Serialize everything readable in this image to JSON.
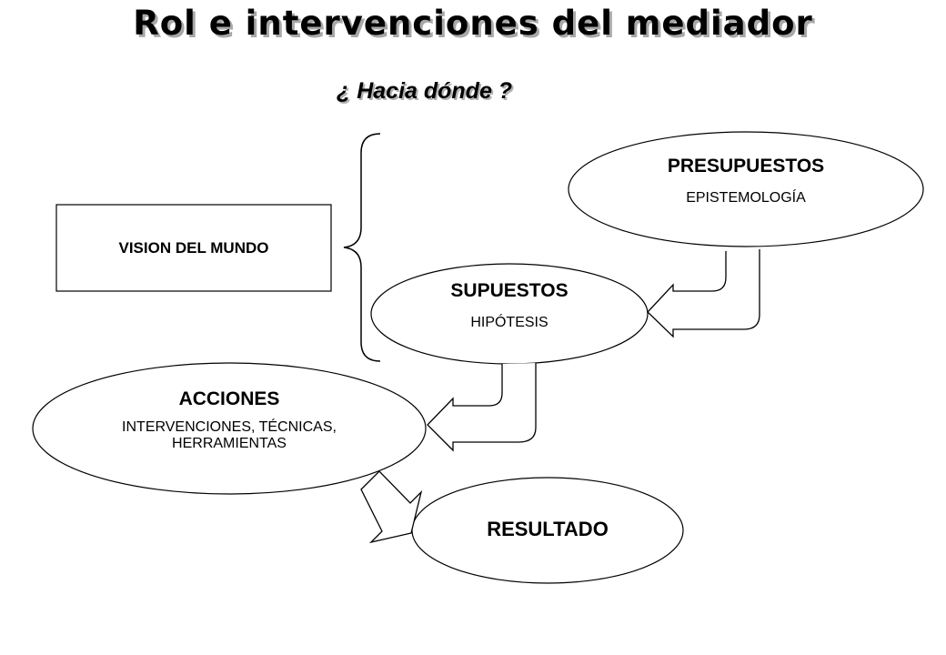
{
  "title": "Rol e intervenciones del mediador",
  "subtitle": "¿ Hacia dónde ?",
  "nodes": {
    "vision": {
      "label": "VISION DEL MUNDO"
    },
    "presupuestos": {
      "label": "PRESUPUESTOS",
      "sub": "EPISTEMOLOGÍA"
    },
    "supuestos": {
      "label": "SUPUESTOS",
      "sub": "HIPÓTESIS"
    },
    "acciones": {
      "label": "ACCIONES",
      "sub": "INTERVENCIONES, TÉCNICAS, HERRAMIENTAS"
    },
    "resultado": {
      "label": "RESULTADO"
    }
  }
}
